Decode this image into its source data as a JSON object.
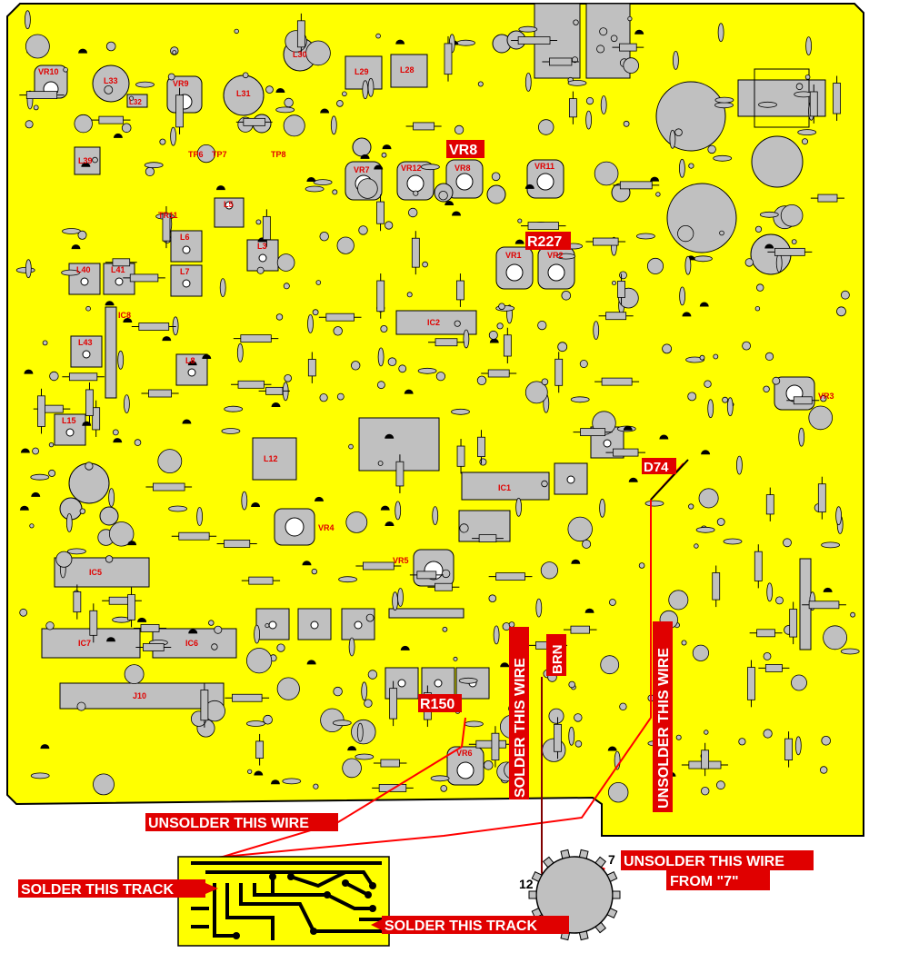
{
  "board": {
    "background": "#ffff00",
    "component_fill": "#c0c0c0",
    "outline": "#000000",
    "label_color": "#e00000"
  },
  "labels": {
    "vr10": "VR10",
    "l33": "L33",
    "l32": "L32",
    "vr9": "VR9",
    "l31": "L31",
    "l30": "L30",
    "l29": "L29",
    "l28": "L28",
    "l39": "L39",
    "tp6": "TP6",
    "tp7": "TP7",
    "tp8": "TP8",
    "vr7": "VR7",
    "vr12": "VR12",
    "vr8": "VR8",
    "vr11": "VR11",
    "l5": "L5",
    "tr11": "TR11",
    "l6": "L6",
    "l3": "L3",
    "l7": "L7",
    "l40": "L40",
    "l41": "L41",
    "vr1": "VR1",
    "vr2": "VR2",
    "ic8": "IC8",
    "ic2": "IC2",
    "l43": "L43",
    "l8": "L8",
    "vr3": "VR3",
    "l15": "L15",
    "l12": "L12",
    "ic1": "IC1",
    "vr4": "VR4",
    "vr5": "VR5",
    "ic5": "IC5",
    "ic7": "IC7",
    "ic6": "IC6",
    "j10": "J10",
    "vr6": "VR6",
    "switch_pin7": "7",
    "switch_pin12": "12"
  },
  "callouts": {
    "vr8": "VR8",
    "r227": "R227",
    "d74": "D74",
    "r150": "R150",
    "brn": "BRN",
    "solder_wire": "SOLDER THIS WIRE",
    "unsolder_wire_vertical": "UNSOLDER THIS WIRE",
    "unsolder_wire": "UNSOLDER THIS WIRE",
    "solder_track_left": "SOLDER THIS TRACK",
    "solder_track_bottom": "SOLDER THIS TRACK",
    "unsolder_from_7_line1": "UNSOLDER THIS WIRE",
    "unsolder_from_7_line2": "FROM \"7\""
  },
  "callout_colors": {
    "box": "#e00000",
    "text": "#ffffff",
    "wire_red": "#ff0000",
    "wire_dark": "#800000"
  }
}
